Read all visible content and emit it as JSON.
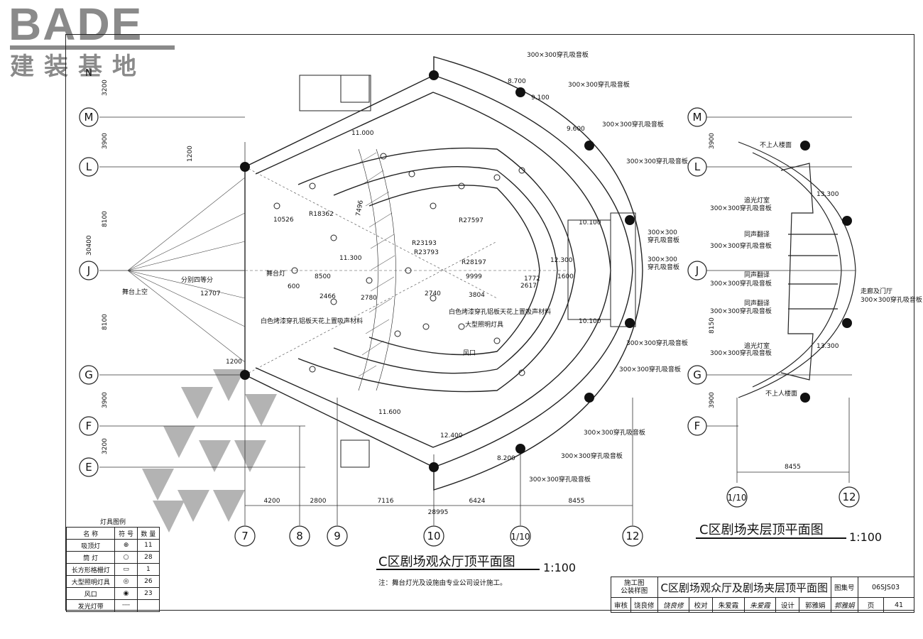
{
  "watermark": {
    "brand": "BADE",
    "brand_cn": "建装基地",
    "north": "N"
  },
  "axes": {
    "rows_left": [
      "M",
      "L",
      "J",
      "G",
      "F",
      "E"
    ],
    "rows_right": [
      "M",
      "L",
      "J",
      "G",
      "F"
    ],
    "cols_bottom": [
      "7",
      "8",
      "9",
      "10",
      "1/10",
      "12"
    ],
    "cols_right": [
      "1/10",
      "12"
    ]
  },
  "dims_left": [
    "3200",
    "3900",
    "8100",
    "30400",
    "8100",
    "3900",
    "3200",
    "1200",
    "1200"
  ],
  "dims_bottom": [
    "4200",
    "2800",
    "7116",
    "6424",
    "8455",
    "28995"
  ],
  "dims_right": [
    "3900",
    "8150",
    "3900",
    "8455"
  ],
  "plan_labels": {
    "stage_top": "舞台上空",
    "divide": "分别四等分",
    "stage_light": "舞台灯",
    "radii": [
      "10526",
      "R18362",
      "R23193",
      "R23793",
      "R28197",
      "R27597",
      "12707",
      "8500",
      "9999",
      "2466",
      "2780",
      "2740",
      "3804",
      "600",
      "1772",
      "2617",
      "1600",
      "7496"
    ],
    "panel_note_1": "白色烤漆穿孔铝板天花上置吸声材料",
    "panel_note_2": "白色烤漆穿孔铝板天花上置吸声材料",
    "big_light": "大型照明灯具",
    "vent": "风口",
    "acoustic": "300×300穿孔吸音板",
    "acoustic_short": "300×300",
    "acoustic_short2": "穿孔吸音板",
    "elev": [
      "11.000",
      "10.100",
      "10.100",
      "11.600",
      "12.400",
      "11.300",
      "12.300",
      "9.600",
      "9.100",
      "8.700",
      "8.200"
    ]
  },
  "right_plan_labels": {
    "no_entry_top": "不上人楼面",
    "no_entry_bottom": "不上人楼面",
    "tracking_top": "追光灯室",
    "tracking_bottom": "追光灯室",
    "echo_1": "同声翻译",
    "echo_2": "同声翻译",
    "echo_3": "同声翻译",
    "corridor": "走廊及门厅",
    "acoustic": "300×300穿孔吸音板",
    "elev": "13.300"
  },
  "legend": {
    "title": "灯具图例",
    "headers": [
      "名 称",
      "符 号",
      "数 量"
    ],
    "rows": [
      {
        "name": "吸顶灯",
        "symbol": "⊕",
        "count": "11"
      },
      {
        "name": "筒 灯",
        "symbol": "○",
        "count": "28"
      },
      {
        "name": "长方形格栅灯",
        "symbol": "▭",
        "count": "1"
      },
      {
        "name": "大型照明灯具",
        "symbol": "◎",
        "count": "26"
      },
      {
        "name": "风口",
        "symbol": "◉",
        "count": "23"
      },
      {
        "name": "发光灯带",
        "symbol": "┄┄",
        "count": ""
      }
    ]
  },
  "titles": {
    "main": "C区剧场观众厅顶平面图",
    "main_scale": "1:100",
    "right": "C区剧场夹层顶平面图",
    "right_scale": "1:100",
    "note": "注：舞台灯光及设施由专业公司设计施工。"
  },
  "title_block": {
    "cat_1": "施工图",
    "cat_2": "公装样图",
    "drawing_title": "C区剧场观众厅及剧场夹层顶平面图",
    "atlas_label": "图集号",
    "atlas_no": "06SJS03",
    "review_label": "审核",
    "reviewer": "饶良修",
    "review_sig": "饶良修",
    "check_label": "校对",
    "checker": "朱爱霞",
    "check_sig": "朱爱霞",
    "design_label": "设计",
    "designer": "郭雅娟",
    "design_sig": "郭雅娟",
    "page_label": "页",
    "page_no": "41"
  }
}
